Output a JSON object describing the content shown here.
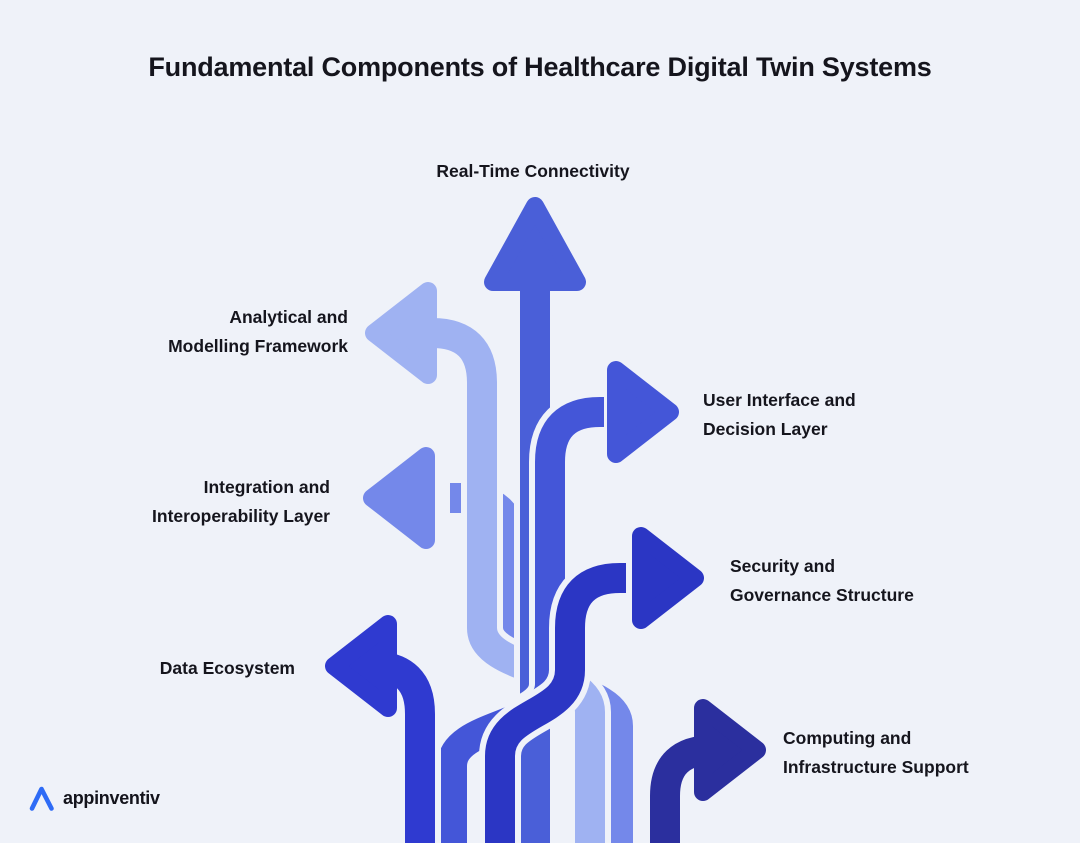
{
  "title": "Fundamental Components of Healthcare Digital Twin Systems",
  "background_color": "#eff2f9",
  "text_color": "#15151d",
  "components": [
    {
      "name": "real-time-connectivity",
      "lines": [
        "Real-Time Connectivity"
      ],
      "color": "#4a5fd8",
      "direction": "up"
    },
    {
      "name": "analytical-modelling-framework",
      "lines": [
        "Analytical and",
        "Modelling Framework"
      ],
      "color": "#9fb2f2",
      "direction": "left"
    },
    {
      "name": "user-interface-decision-layer",
      "lines": [
        "User Interface and",
        "Decision Layer"
      ],
      "color": "#4456d8",
      "direction": "right"
    },
    {
      "name": "integration-interoperability-layer",
      "lines": [
        "Integration and",
        "Interoperability Layer"
      ],
      "color": "#7488ea",
      "direction": "left"
    },
    {
      "name": "security-governance-structure",
      "lines": [
        "Security and",
        "Governance Structure"
      ],
      "color": "#2b36c4",
      "direction": "right"
    },
    {
      "name": "data-ecosystem",
      "lines": [
        "Data Ecosystem"
      ],
      "color": "#2f3ad0",
      "direction": "left"
    },
    {
      "name": "computing-infrastructure-support",
      "lines": [
        "Computing and",
        "Infrastructure Support"
      ],
      "color": "#2b2f9e",
      "direction": "right"
    }
  ],
  "logo": {
    "text": "appinventiv",
    "mark_color": "#2e6bf6",
    "text_color": "#14141c"
  }
}
